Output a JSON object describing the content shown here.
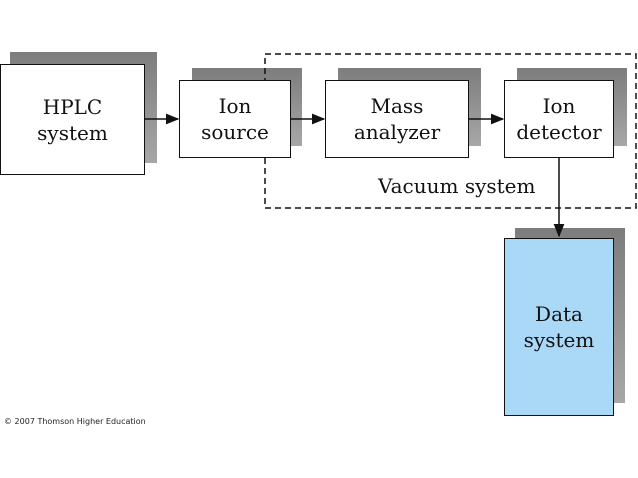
{
  "diagram": {
    "boxes": {
      "hplc": "HPLC\nsystem",
      "ion_source": "Ion\nsource",
      "mass_analyzer": "Mass\nanalyzer",
      "ion_detector": "Ion\ndetector",
      "data_system": "Data\nsystem"
    },
    "vacuum_label": "Vacuum system",
    "copyright": "© 2007 Thomson Higher Education"
  },
  "colors": {
    "data_system_fill": "#aad8f7",
    "shadow": "#8f8f8f",
    "line": "#111111"
  }
}
